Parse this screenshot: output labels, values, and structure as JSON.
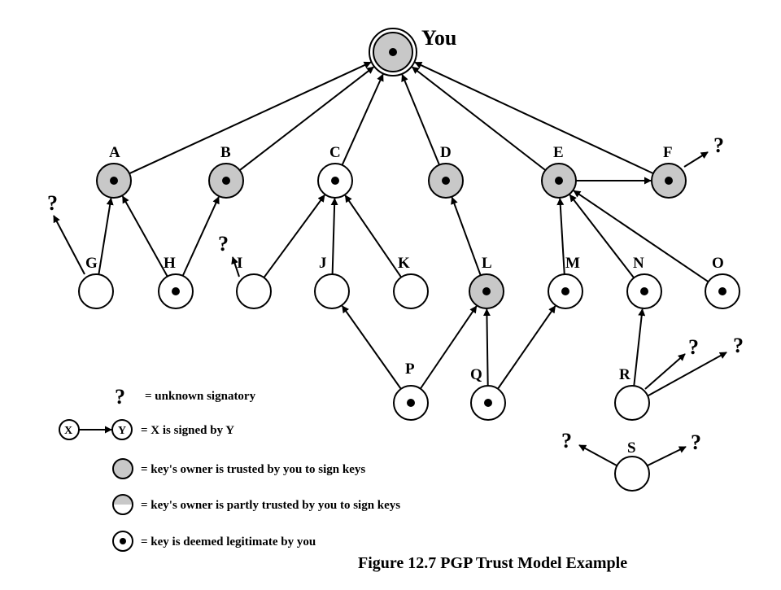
{
  "figure": {
    "caption": "Figure 12.7   PGP Trust Model Example"
  },
  "colors": {
    "trusted_fill": "#c8c8c8",
    "untrusted_fill": "#ffffff",
    "stroke": "#000000"
  },
  "nodes": [
    {
      "id": "you",
      "label": "You",
      "trust": "you",
      "legit": true
    },
    {
      "id": "A",
      "label": "A",
      "trust": "full",
      "legit": true
    },
    {
      "id": "B",
      "label": "B",
      "trust": "full",
      "legit": true
    },
    {
      "id": "C",
      "label": "C",
      "trust": "none",
      "legit": true
    },
    {
      "id": "D",
      "label": "D",
      "trust": "full",
      "legit": true
    },
    {
      "id": "E",
      "label": "E",
      "trust": "full",
      "legit": true
    },
    {
      "id": "F",
      "label": "F",
      "trust": "full",
      "legit": true
    },
    {
      "id": "G",
      "label": "G",
      "trust": "none",
      "legit": false
    },
    {
      "id": "H",
      "label": "H",
      "trust": "none",
      "legit": true
    },
    {
      "id": "I",
      "label": "I",
      "trust": "none",
      "legit": false
    },
    {
      "id": "J",
      "label": "J",
      "trust": "none",
      "legit": false
    },
    {
      "id": "K",
      "label": "K",
      "trust": "none",
      "legit": false
    },
    {
      "id": "L",
      "label": "L",
      "trust": "full",
      "legit": true
    },
    {
      "id": "M",
      "label": "M",
      "trust": "none",
      "legit": true
    },
    {
      "id": "N",
      "label": "N",
      "trust": "none",
      "legit": true
    },
    {
      "id": "O",
      "label": "O",
      "trust": "none",
      "legit": true
    },
    {
      "id": "P",
      "label": "P",
      "trust": "none",
      "legit": true
    },
    {
      "id": "Q",
      "label": "Q",
      "trust": "none",
      "legit": true
    },
    {
      "id": "R",
      "label": "R",
      "trust": "none",
      "legit": false
    },
    {
      "id": "S",
      "label": "S",
      "trust": "none",
      "legit": false
    }
  ],
  "edges": [
    {
      "from": "A",
      "to": "you"
    },
    {
      "from": "B",
      "to": "you"
    },
    {
      "from": "C",
      "to": "you"
    },
    {
      "from": "D",
      "to": "you"
    },
    {
      "from": "E",
      "to": "you"
    },
    {
      "from": "F",
      "to": "you"
    },
    {
      "from": "E",
      "to": "F"
    },
    {
      "from": "G",
      "to": "A"
    },
    {
      "from": "H",
      "to": "A"
    },
    {
      "from": "H",
      "to": "B"
    },
    {
      "from": "I",
      "to": "C"
    },
    {
      "from": "J",
      "to": "C"
    },
    {
      "from": "K",
      "to": "C"
    },
    {
      "from": "L",
      "to": "D"
    },
    {
      "from": "M",
      "to": "E"
    },
    {
      "from": "N",
      "to": "E"
    },
    {
      "from": "O",
      "to": "E"
    },
    {
      "from": "P",
      "to": "J"
    },
    {
      "from": "P",
      "to": "L"
    },
    {
      "from": "Q",
      "to": "L"
    },
    {
      "from": "Q",
      "to": "M"
    },
    {
      "from": "R",
      "to": "N"
    }
  ],
  "unknown_edges": [
    {
      "from": "F",
      "dir": "ne"
    },
    {
      "from": "G",
      "dir": "nw"
    },
    {
      "from": "I",
      "dir": "w"
    },
    {
      "from": "R",
      "dir": "ne1"
    },
    {
      "from": "R",
      "dir": "ne2"
    },
    {
      "from": "S",
      "dir": "nw"
    },
    {
      "from": "S",
      "dir": "ne"
    }
  ],
  "unknown_symbol": "?",
  "legend": {
    "unknown": "= unknown signatory",
    "signed": "= X is signed by Y",
    "signed_x": "X",
    "signed_y": "Y",
    "trusted": "= key's owner is trusted by you to sign keys",
    "partly": "= key's owner is partly trusted by you to sign keys",
    "legit": "= key is deemed legitimate by you"
  }
}
